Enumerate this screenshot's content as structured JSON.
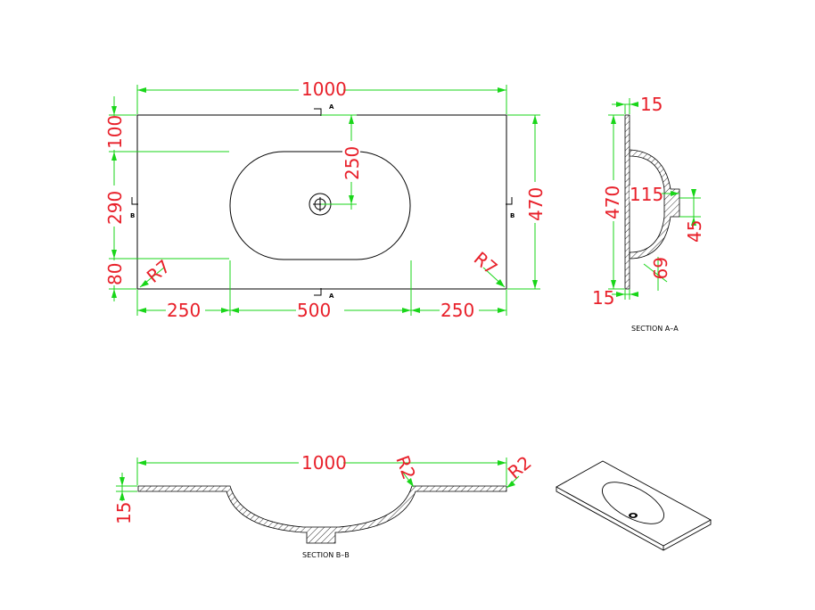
{
  "plan_view": {
    "dims": {
      "overall_width": "1000",
      "overall_depth": "470",
      "left_segment": "250",
      "mid_segment": "500",
      "right_segment": "250",
      "top_offset": "100",
      "basin_depth": "290",
      "bottom_offset": "80",
      "basin_half": "250",
      "radius_left": "R7",
      "radius_right": "R7"
    },
    "section_marks": {
      "a_top": "A",
      "a_bottom": "A",
      "b_left": "B",
      "b_right": "B"
    }
  },
  "section_aa": {
    "title": "SECTION A–A",
    "dims": {
      "top_thickness": "15",
      "bottom_thickness": "15",
      "overall": "470",
      "bowl_depth": "115",
      "drain": "45",
      "angle": "69"
    }
  },
  "section_bb": {
    "title": "SECTION B–B",
    "dims": {
      "overall_width": "1000",
      "thickness": "15",
      "radius_inner": "R2",
      "radius_edge": "R2"
    }
  },
  "iso_view": {}
}
